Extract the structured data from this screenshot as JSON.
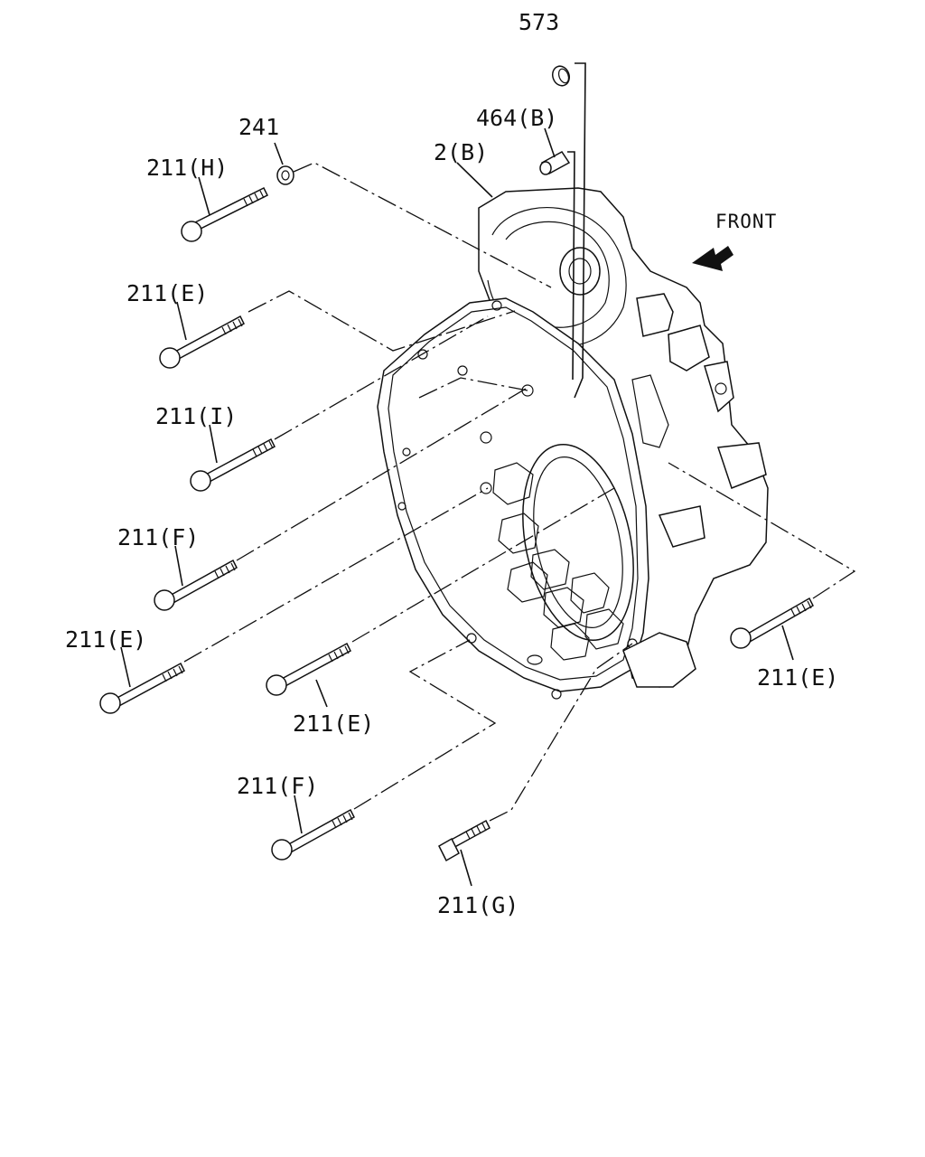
{
  "labels": {
    "p573": "573",
    "p464b": "464(B)",
    "p2b": "2(B)",
    "p241": "241",
    "p211h": "211(H)",
    "p211e_1": "211(E)",
    "p211i": "211(I)",
    "p211f_1": "211(F)",
    "p211e_2": "211(E)",
    "p211e_3": "211(E)",
    "p211e_4": "211(E)",
    "p211f_2": "211(F)",
    "p211g": "211(G)"
  },
  "front": {
    "label": "FRONT"
  },
  "colors": {
    "ink": "#111111",
    "paper": "#ffffff"
  }
}
